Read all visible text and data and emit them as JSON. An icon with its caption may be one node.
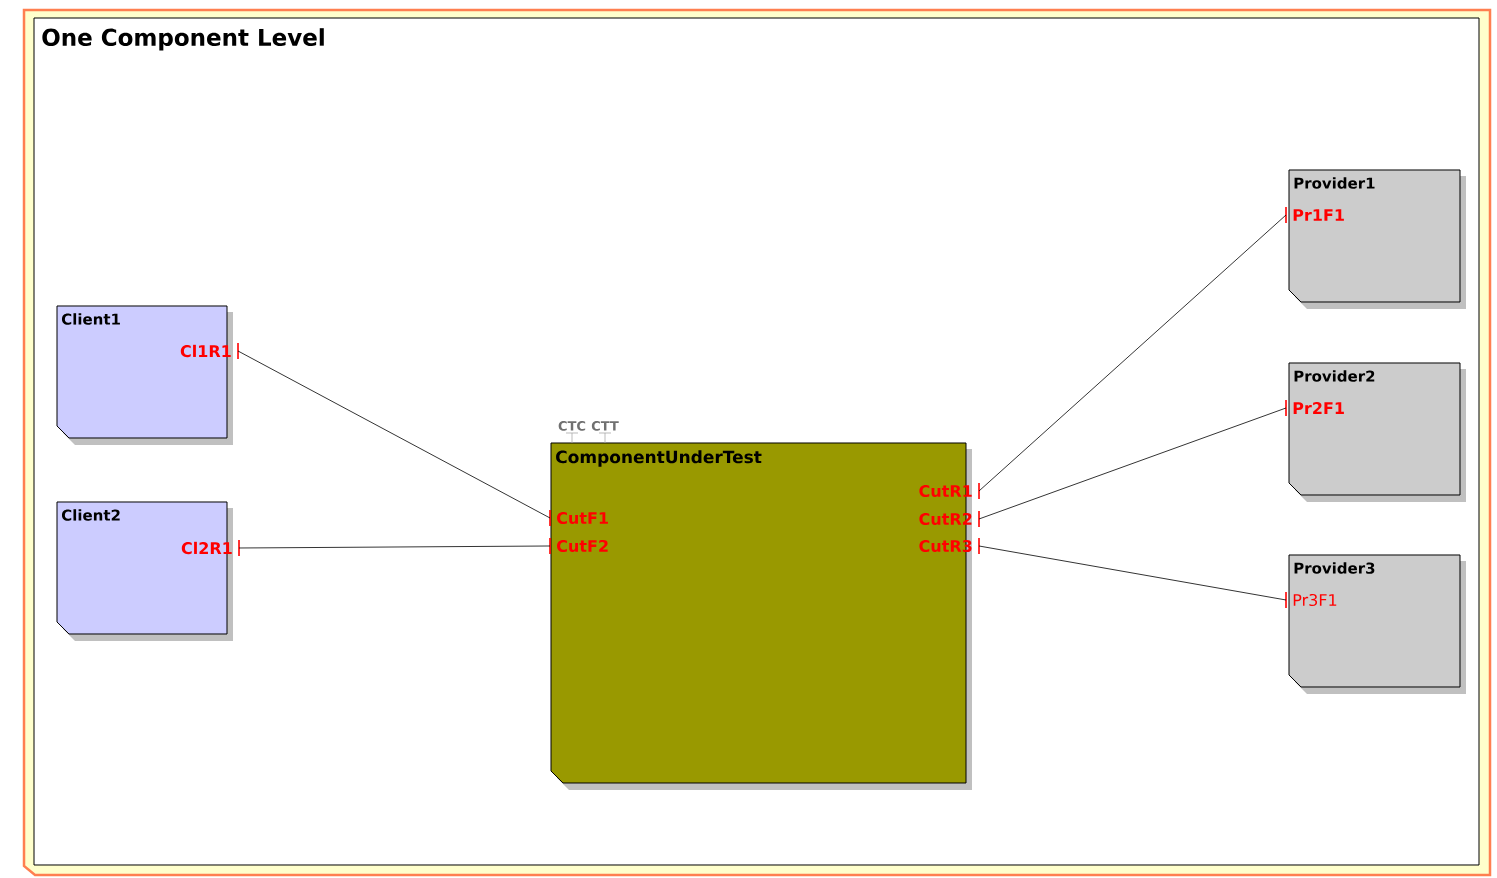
{
  "diagram": {
    "nodes": [
      {
        "text": [
          "One Component Level"
        ]
      },
      {
        "text": [
          "Client1"
        ],
        "in": 0
      },
      {
        "text": [
          "Cl1R1"
        ],
        "in": 1
      },
      {
        "text": [
          "Client2"
        ],
        "in": 0
      },
      {
        "text": [
          "Cl2R1"
        ],
        "in": 3
      },
      {
        "text": [
          "ComponentUnderTest"
        ],
        "in": 0,
        "beside": [
          "CTC",
          "CTT"
        ]
      },
      {
        "text": [
          "CutF1"
        ],
        "in": 5
      },
      {
        "text": [
          "CutF2"
        ],
        "in": 5
      },
      {
        "text": [
          "CutR1"
        ],
        "in": 5
      },
      {
        "text": [
          "CutR2"
        ],
        "in": 5
      },
      {
        "text": [
          "CutR3"
        ],
        "in": 5
      },
      {
        "text": [
          "Provider1"
        ],
        "in": 0
      },
      {
        "text": [
          "Pr1F1"
        ],
        "in": 11
      },
      {
        "text": [
          "Provider2"
        ],
        "in": 0
      },
      {
        "text": [
          "Pr2F1"
        ],
        "in": 13
      },
      {
        "text": [
          "Provider3"
        ],
        "in": 0
      },
      {
        "text": [
          "Pr3F1"
        ],
        "in": 15
      }
    ],
    "edges": [
      {
        "from": 2,
        "to": 6,
        "arrow": "none"
      },
      {
        "from": 4,
        "to": 7,
        "arrow": "none"
      },
      {
        "from": 8,
        "to": 12,
        "arrow": "none"
      },
      {
        "from": 9,
        "to": 14,
        "arrow": "none"
      },
      {
        "from": 10,
        "to": 16,
        "arrow": "none"
      }
    ]
  }
}
